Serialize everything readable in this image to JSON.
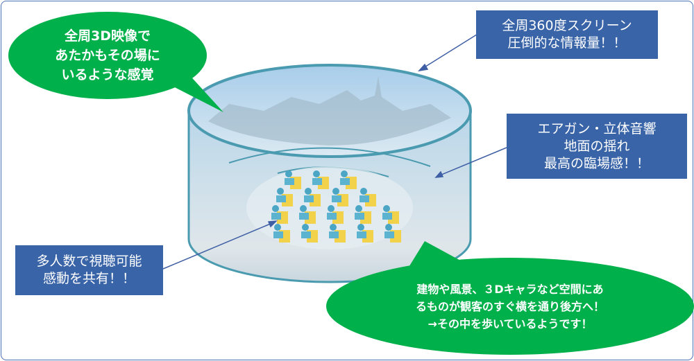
{
  "colors": {
    "bubble_green": "#00b04a",
    "box_blue": "#3a64a8",
    "arrow": "#3f5fa5",
    "cylinder_edge": "#4a9ab0"
  },
  "bubble_top_left": {
    "lines": [
      "全周3D映像で",
      "あたかもその場に",
      "いるような感覚"
    ]
  },
  "box_top_right": {
    "lines": [
      "全周360度スクリーン",
      "圧倒的な情報量！！"
    ]
  },
  "box_right": {
    "lines": [
      "エアガン・立体音響",
      "地面の揺れ",
      "最高の臨場感！！"
    ]
  },
  "box_left": {
    "lines": [
      "多人数で視聴可能",
      "感動を共有！！"
    ]
  },
  "bubble_bottom": {
    "lines": [
      "建物や風景、３Dキャラなど空間にあ",
      "るものが観客のすぐ横を通り後方へ！",
      "→その中を歩いているようです！"
    ]
  }
}
